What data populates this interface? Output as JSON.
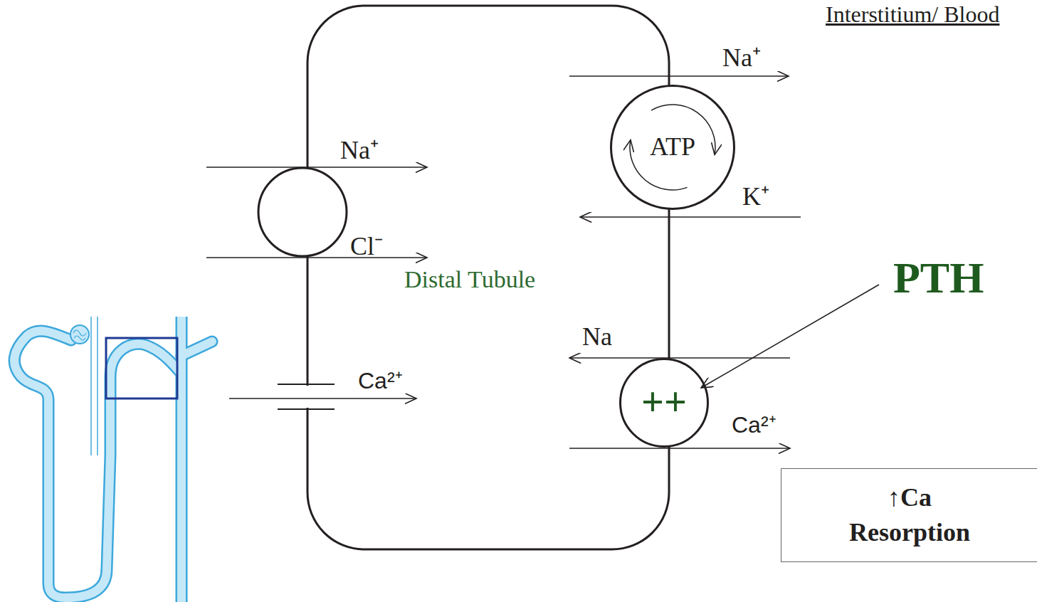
{
  "diagram": {
    "nodes": [
      {
        "text": [
          "Distal Tubule"
        ]
      },
      {
        "text": [
          "ATP"
        ]
      },
      {
        "text": [
          "++"
        ]
      },
      {
        "text": [
          "↑Ca Resorption"
        ]
      }
    ],
    "labels": [
      "Interstitium/ Blood",
      "Na⁺",
      "Cl⁻",
      "Ca²⁺",
      "Na⁺",
      "K⁺",
      "Na",
      "Ca²⁺",
      "PTH"
    ]
  }
}
